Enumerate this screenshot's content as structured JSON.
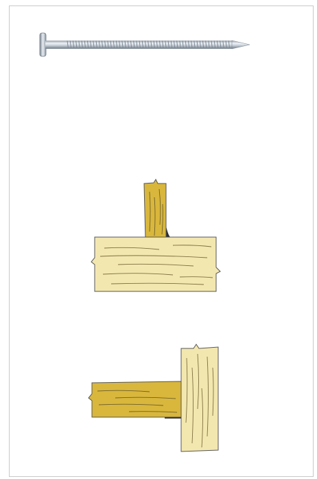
{
  "colors": {
    "frame_border": "#c8c8c8",
    "nail_steel_light": "#eef2f6",
    "nail_steel_mid": "#b9c2cc",
    "nail_steel_dark": "#7e8894",
    "wood_light": "#f3e7b0",
    "wood_dark": "#d9b73c",
    "wood_grain": "#8a7a44",
    "glue_shadow": "#2e2e2e"
  },
  "items": [
    {
      "id": "nail",
      "icon": "ring-shank-nail-icon"
    },
    {
      "id": "joint_t",
      "icon": "glued-t-joint-icon"
    },
    {
      "id": "joint_side",
      "icon": "glued-side-joint-icon"
    }
  ]
}
